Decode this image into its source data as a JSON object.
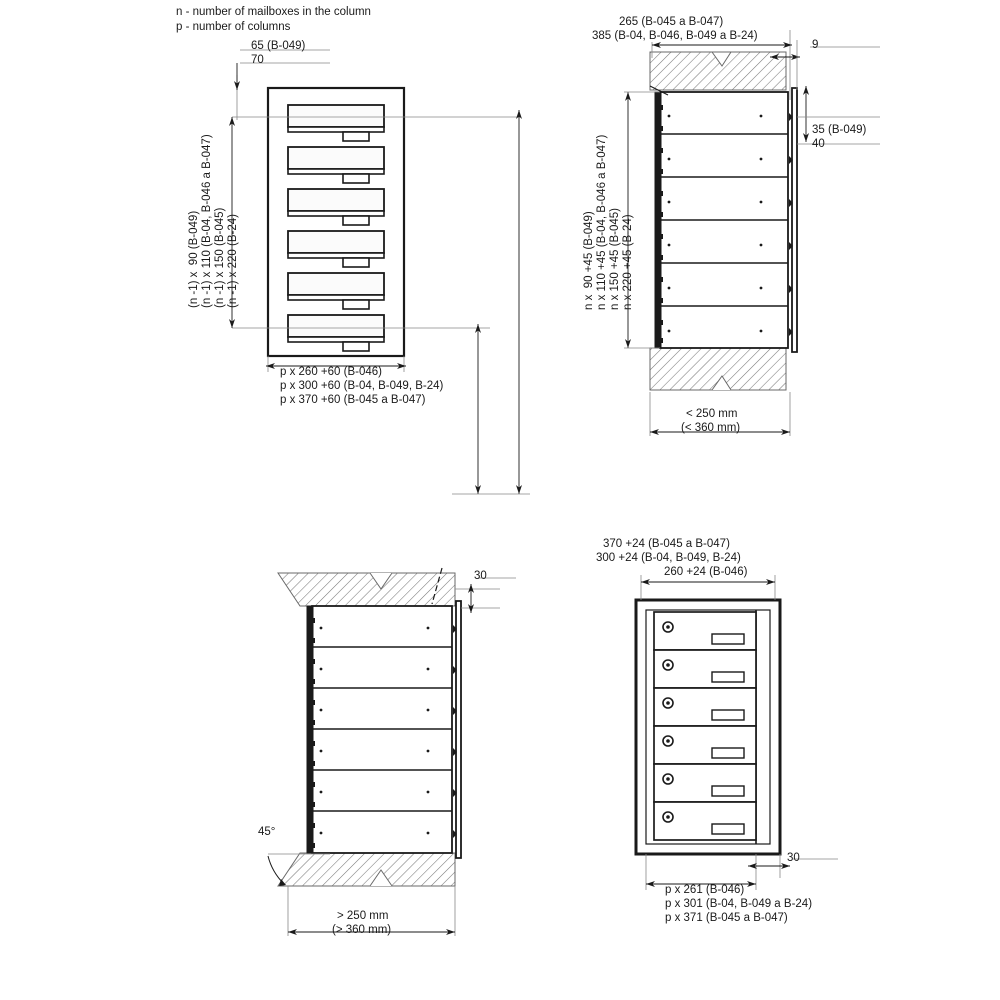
{
  "legend": {
    "line1": "n - number of mailboxes in the column",
    "line2": "p - number of columns"
  },
  "views": {
    "front_recessed": {
      "name": "front-view-recessed",
      "mailbox_count": 6,
      "top_dims": {
        "d1": "65 (B-049)",
        "d2": "70"
      },
      "left_vertical_dims": {
        "l1": "(n -1) x  90 (B-049)",
        "l2": "(n -1) x 110 (B-04, B-046 a B-047)",
        "l3": "(n -1) x 150 (B-045)",
        "l4": "(n -1) x 220 (B-24)"
      },
      "bottom_dims": {
        "b1": "p x 260 +60 (B-046)",
        "b2": "p x 300 +60 (B-04, B-049, B-24)",
        "b3": "p x 370 +60 (B-045 a B-047)"
      }
    },
    "section_top": {
      "name": "section-view-recessed",
      "mailbox_count": 6,
      "top_dims": {
        "t1": "265 (B-045 a B-047)",
        "t2": "385 (B-04, B-046, B-049 a B-24)",
        "t3": "9"
      },
      "right_dims": {
        "r1": "35 (B-049)",
        "r2": "40"
      },
      "left_vertical_dims": {
        "l1": "n x  90 +45 (B-049)",
        "l2": "n x 110 +45 (B-04, B-046 a B-047)",
        "l3": "n x 150 +45 (B-045)",
        "l4": "n x 220 +45 (B-24)"
      },
      "bottom_dims": {
        "b1": "< 250 mm",
        "b2": "(< 360 mm)"
      }
    },
    "section_bottom": {
      "name": "section-view-surface",
      "mailbox_count": 6,
      "top_dims": {
        "t1": "30"
      },
      "angle_note": "45°",
      "bottom_dims": {
        "b1": "> 250 mm",
        "b2": "(> 360 mm)"
      }
    },
    "front_surface": {
      "name": "front-view-surface",
      "mailbox_count": 6,
      "top_dims": {
        "t1": "370 +24 (B-045 a B-047)",
        "t2": "300 +24 (B-04, B-049, B-24)",
        "t3": "260 +24 (B-046)"
      },
      "right_dims": {
        "r1": "30"
      },
      "bottom_dims": {
        "b1": "p x 261 (B-046)",
        "b2": "p x 301 (B-04, B-049 a B-24)",
        "b3": "p x 371 (B-045 a B-047)"
      }
    }
  },
  "colors": {
    "line": "#1a1a1a",
    "thin": "#555555",
    "hatch": "#6a6a6a",
    "fill": "#ffffff",
    "paper": "#ffffff"
  }
}
